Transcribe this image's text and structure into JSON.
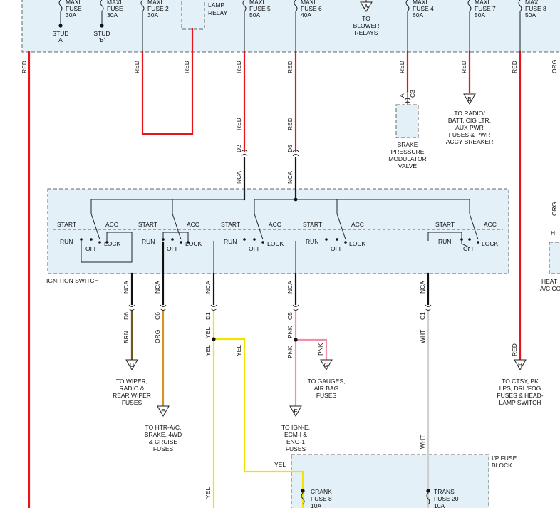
{
  "colors": {
    "red": "#e8141c",
    "black": "#111111",
    "yellow": "#f0e400",
    "orange": "#d7902a",
    "pink": "#f090a8",
    "white_wire": "#d0d0d0",
    "brown": "#6b5a1c",
    "box_fill": "#e3f0f7"
  },
  "fuses": {
    "f30a_1": [
      "MAXI",
      "FUSE",
      "30A"
    ],
    "f30a_2": [
      "MAXI",
      "FUSE",
      "30A"
    ],
    "fuse2": [
      "MAXI",
      "FUSE 2",
      "30A"
    ],
    "lamp_relay": [
      "LAMP",
      "RELAY"
    ],
    "fuse5": [
      "MAXI",
      "FUSE 5",
      "50A"
    ],
    "fuse6": [
      "MAXI",
      "FUSE 6",
      "40A"
    ],
    "fuse4": [
      "MAXI",
      "FUSE 4",
      "60A"
    ],
    "fuse7": [
      "MAXI",
      "FUSE 7",
      "50A"
    ],
    "fuse8": [
      "MAXI",
      "FUSE 8",
      "50A"
    ]
  },
  "studs": {
    "a": [
      "STUD",
      "'A'"
    ],
    "b": [
      "STUD",
      "'B'"
    ]
  },
  "connectors": {
    "A": "A",
    "B": "B",
    "D": "D",
    "E": "E",
    "F": "F",
    "G": "G",
    "H": "H"
  },
  "destinations": {
    "blower": [
      "TO",
      "BLOWER",
      "RELAYS"
    ],
    "radio": [
      "TO RADIO/",
      "BATT, CIG LTR,",
      "AUX PWR",
      "FUSES & PWR",
      "ACCY BREAKER"
    ],
    "brake": [
      "BRAKE",
      "PRESSURE",
      "MODULATOR",
      "VALVE"
    ],
    "wiper": [
      "TO WIPER,",
      "RADIO &",
      "REAR WIPER",
      "FUSES"
    ],
    "htr": [
      "TO HTR-A/C,",
      "BRAKE, 4WD",
      "& CRUISE",
      "FUSES"
    ],
    "ign": [
      "TO IGN-E,",
      "ECM-I &",
      "ENG-1",
      "FUSES"
    ],
    "gauges": [
      "TO GAUGES,",
      "AIR BAG",
      "FUSES"
    ],
    "ctsy": [
      "TO CTSY, PK",
      "LPS, DRL/FOG",
      "FUSES & HEAD-",
      "LAMP SWITCH"
    ],
    "heat": [
      "HEAT",
      "A/C CO"
    ]
  },
  "wire_labels": {
    "red": "RED",
    "org": "ORG",
    "nca": "NCA",
    "yel": "YEL",
    "brn": "BRN",
    "pnk": "PNK",
    "wht": "WHT"
  },
  "pins": {
    "d2": "D2",
    "d5": "D5",
    "d6": "D6",
    "c6": "C6",
    "d1": "D1",
    "c5": "C5",
    "c1": "C1",
    "c3": "C3",
    "a": "A",
    "h": "H"
  },
  "switch": {
    "name": "IGNITION SWITCH",
    "start": "START",
    "run": "RUN",
    "acc": "ACC",
    "off": "OFF",
    "lock": "LOCK"
  },
  "ip_block": {
    "title": [
      "I/P FUSE",
      "BLOCK"
    ],
    "crank": [
      "CRANK",
      "FUSE 8",
      "10A"
    ],
    "trans": [
      "TRANS",
      "FUSE 20",
      "10A"
    ]
  }
}
